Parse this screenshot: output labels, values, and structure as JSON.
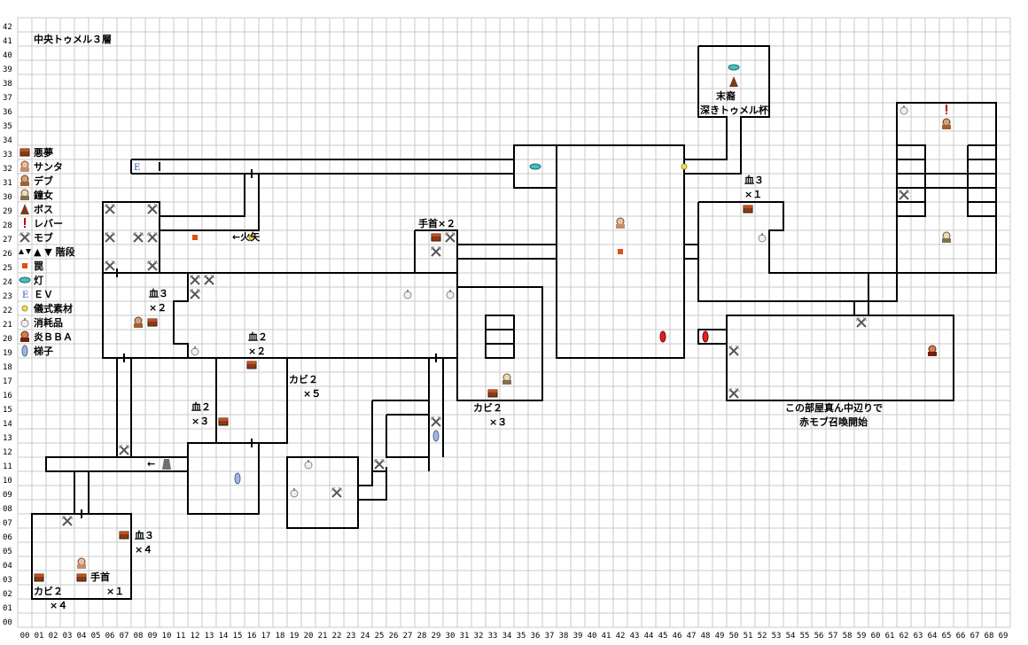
{
  "title": "中央トゥメル３層",
  "grid": {
    "x_labels": [
      "00",
      "01",
      "02",
      "03",
      "04",
      "05",
      "06",
      "07",
      "08",
      "09",
      "10",
      "11",
      "12",
      "13",
      "14",
      "15",
      "16",
      "17",
      "18",
      "19",
      "20",
      "21",
      "22",
      "23",
      "24",
      "25",
      "26",
      "27",
      "28",
      "29",
      "30",
      "31",
      "32",
      "33",
      "34",
      "35",
      "36",
      "37",
      "38",
      "39",
      "40",
      "41",
      "42",
      "43",
      "44",
      "45",
      "46",
      "47",
      "48",
      "49",
      "50",
      "51",
      "52",
      "53",
      "54",
      "55",
      "56",
      "57",
      "58",
      "59",
      "60",
      "61",
      "62",
      "63",
      "64",
      "65",
      "66",
      "67",
      "68",
      "69"
    ],
    "y_labels": [
      "42",
      "41",
      "40",
      "39",
      "38",
      "37",
      "36",
      "35",
      "34",
      "33",
      "32",
      "31",
      "30",
      "29",
      "28",
      "27",
      "26",
      "25",
      "24",
      "23",
      "22",
      "21",
      "20",
      "19",
      "18",
      "17",
      "16",
      "15",
      "14",
      "13",
      "12",
      "11",
      "10",
      "09",
      "08",
      "07",
      "06",
      "05",
      "04",
      "03",
      "02",
      "01",
      "00"
    ]
  },
  "legend": [
    {
      "icon": "chest-icon",
      "label": "悪夢"
    },
    {
      "icon": "santa-icon",
      "label": "サンタ"
    },
    {
      "icon": "fat-icon",
      "label": "デブ"
    },
    {
      "icon": "bell-woman-icon",
      "label": "鐘女"
    },
    {
      "icon": "boss-icon",
      "label": "ボス"
    },
    {
      "icon": "lever-icon",
      "label": "レバー"
    },
    {
      "icon": "mob-icon",
      "label": "モブ"
    },
    {
      "icon": "stairs-icon",
      "label": "▲ ▼ 階段"
    },
    {
      "icon": "trap-icon",
      "label": "罠"
    },
    {
      "icon": "lamp-icon",
      "label": "灯"
    },
    {
      "icon": "elevator-icon",
      "label": "ＥＶ"
    },
    {
      "icon": "ritual-icon",
      "label": "儀式素材"
    },
    {
      "icon": "consumable-icon",
      "label": "消耗品"
    },
    {
      "icon": "fire-bba-icon",
      "label": "炎ＢＢＡ"
    },
    {
      "icon": "ladder-icon",
      "label": "梯子"
    }
  ],
  "annotations": {
    "boss": "末裔",
    "boss_sub": "深きトゥメル杯",
    "fire_arrow": "←火矢",
    "hand_top": "手首×２",
    "blood3_a": "血３",
    "blood3_a2": "×２",
    "blood2_a": "血２",
    "blood2_a2": "×２",
    "kabi2_a": "カビ２",
    "kabi2_a2": "×５",
    "blood2_b": "血２",
    "blood2_b2": "×３",
    "kabi2_b": "カビ２",
    "kabi2_b2": "×３",
    "blood3_b": "血３",
    "blood3_b2": "×１",
    "blood3_c": "血３",
    "blood3_c2": "×４",
    "hand_bottom": "手首",
    "hand_bottom2": "×１",
    "kabi2_c": "カビ２",
    "kabi2_c2": "×４",
    "room_note1": "この部屋真ん中辺りで",
    "room_note2": "赤モブ召喚開始",
    "ev_mark": "E",
    "arrow_left": "←"
  }
}
